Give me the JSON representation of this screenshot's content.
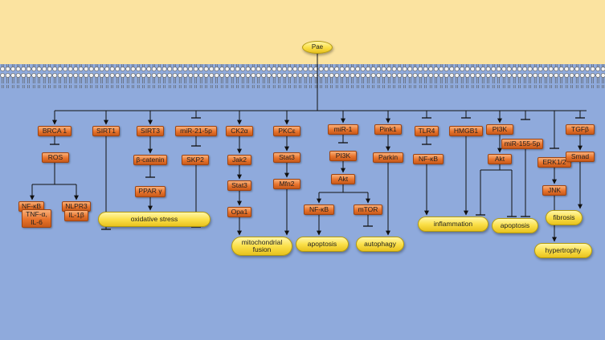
{
  "source": "Pae",
  "nodes": {
    "brca1": "BRCA 1",
    "ros": "ROS",
    "nfkb_1": "NF-κB",
    "nlrp3": "NLPR3",
    "tnf": "TNF-α, IL-6",
    "il1b": "IL-1β",
    "sirt1": "SIRT1",
    "sirt3": "SIRT3",
    "bcatenin": "β-catenin",
    "ppar": "PPAR γ",
    "mir21": "miR-21-5p",
    "skp2": "SKP2",
    "ck2a": "CK2α",
    "jak2": "Jak2",
    "stat3_a": "Stat3",
    "opa1": "Opa1",
    "pkce": "PKCε",
    "stat3_b": "Stat3",
    "mfn2": "Mfn2",
    "mir1": "miR-1",
    "pi3k_1": "PI3K",
    "akt_1": "Akt",
    "nfkb_2": "NF-κB",
    "mtor": "mTOR",
    "pink1": "Pink1",
    "parkin": "Parkin",
    "tlr4": "TLR4",
    "nfkb_3": "NF-κB",
    "hmgb1": "HMGB1",
    "pi3k_2": "PI3K",
    "akt_2": "Akt",
    "mir155": "miR-155-5p",
    "erk": "ERK1/2",
    "jnk": "JNK",
    "tgfb": "TGFβ",
    "smad": "Smad"
  },
  "outcomes": {
    "oxidative_stress": "oxidative stress",
    "mito_fusion": "mitochondrial fusion",
    "apoptosis_1": "apoptosis",
    "autophagy": "autophagy",
    "inflammation": "inflammation",
    "apoptosis_2": "apoptosis",
    "hypertrophy": "hypertrophy",
    "fibrosis": "fibrosis"
  }
}
